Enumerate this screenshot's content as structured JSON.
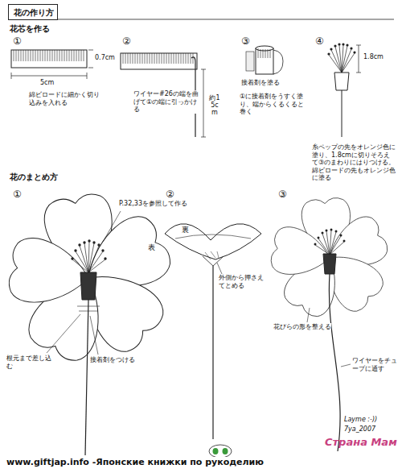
{
  "diagram": {
    "nodes": [
      {
        "text": [
          "花の作り方"
        ]
      }
    ],
    "labels": [
      "花芯を作る",
      "①",
      "②",
      "③",
      "④",
      "0.7cm",
      "5cm",
      "綿ビロードに細かく切り込みを入れる",
      "約15cm",
      "ワイヤー#26の端を曲げて①の端に引っかける",
      "接着剤を塗る",
      "①に接着剤をうすく塗り、端からくるくると巻く",
      "1.8cm",
      "糸ペップの先をオレンジ色に塗り、1.8cmに切りそろえて③のまわりにはりつける。綿ビロードの先もオレンジ色に塗る",
      "花のまとめ方",
      "①",
      "②",
      "③",
      "P.32,33を参照して作る",
      "表",
      "根元まで差し込む",
      "接着剤をつける",
      "裏",
      "外側から押さえてとめる",
      "花びらの形を整える",
      "ワイヤーをチューブに通す",
      "Layme :-))",
      "7ya_2007",
      "Страна Мам",
      "www.giftjap.info -Японские книжки по рукоделию"
    ]
  }
}
